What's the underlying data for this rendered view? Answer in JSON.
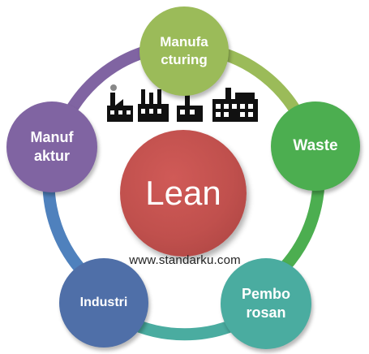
{
  "center": {
    "label": "Lean",
    "color": "#c0504d"
  },
  "website": "www.standarku.com",
  "nodes": [
    {
      "label": "Manufa\ncturing",
      "color": "#9bbb59"
    },
    {
      "label": "Waste",
      "color": "#4cae50"
    },
    {
      "label": "Pembo\nrosan",
      "color": "#4aaca0"
    },
    {
      "label": "Industri",
      "color": "#4f6fa8"
    },
    {
      "label": "Manuf\naktur",
      "color": "#8064a2"
    }
  ],
  "ring_colors": [
    "#9bbb59",
    "#4cae50",
    "#4aaca0",
    "#4f81bd",
    "#8064a2"
  ],
  "icons": [
    "factory-icon",
    "factory-icon",
    "factory-icon",
    "factory-icon"
  ]
}
